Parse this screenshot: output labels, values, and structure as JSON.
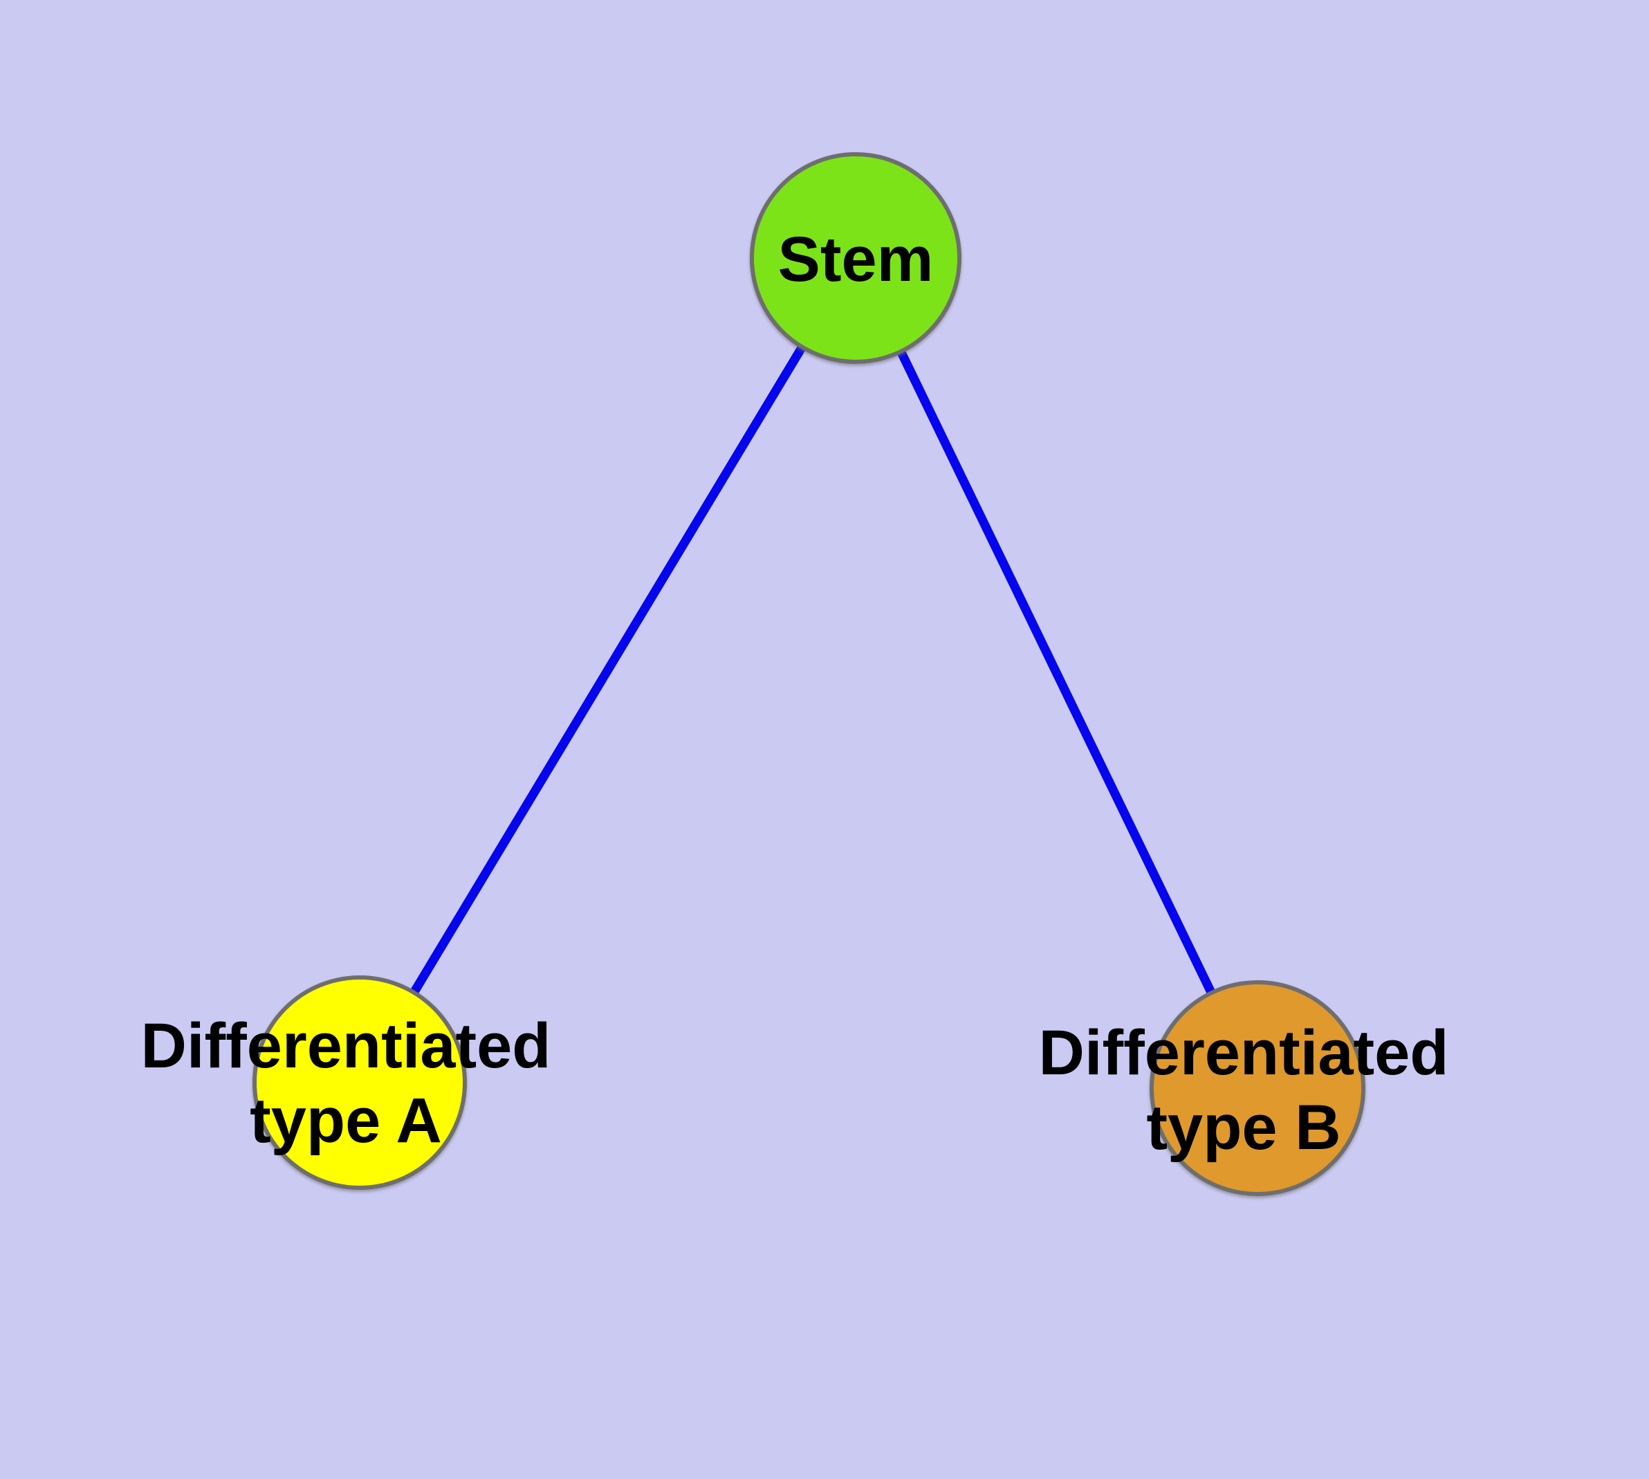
{
  "diagram": {
    "type": "tree",
    "nodes": {
      "stem": {
        "label_lines": [
          "Stem"
        ],
        "fill": "#7DE319",
        "shape": "circle"
      },
      "type_a": {
        "label_lines": [
          "Differentiated",
          "type A"
        ],
        "fill": "#FFFF00",
        "shape": "circle"
      },
      "type_b": {
        "label_lines": [
          "Differentiated",
          "type B"
        ],
        "fill": "#E0992D",
        "shape": "circle"
      }
    },
    "edges": [
      {
        "from": "stem",
        "to": "type_a"
      },
      {
        "from": "stem",
        "to": "type_b"
      }
    ]
  },
  "colors": {
    "background": "#CACAF3",
    "edge": "#0505EE",
    "node_border": "#6E6E6E",
    "label_text": "#000000"
  }
}
